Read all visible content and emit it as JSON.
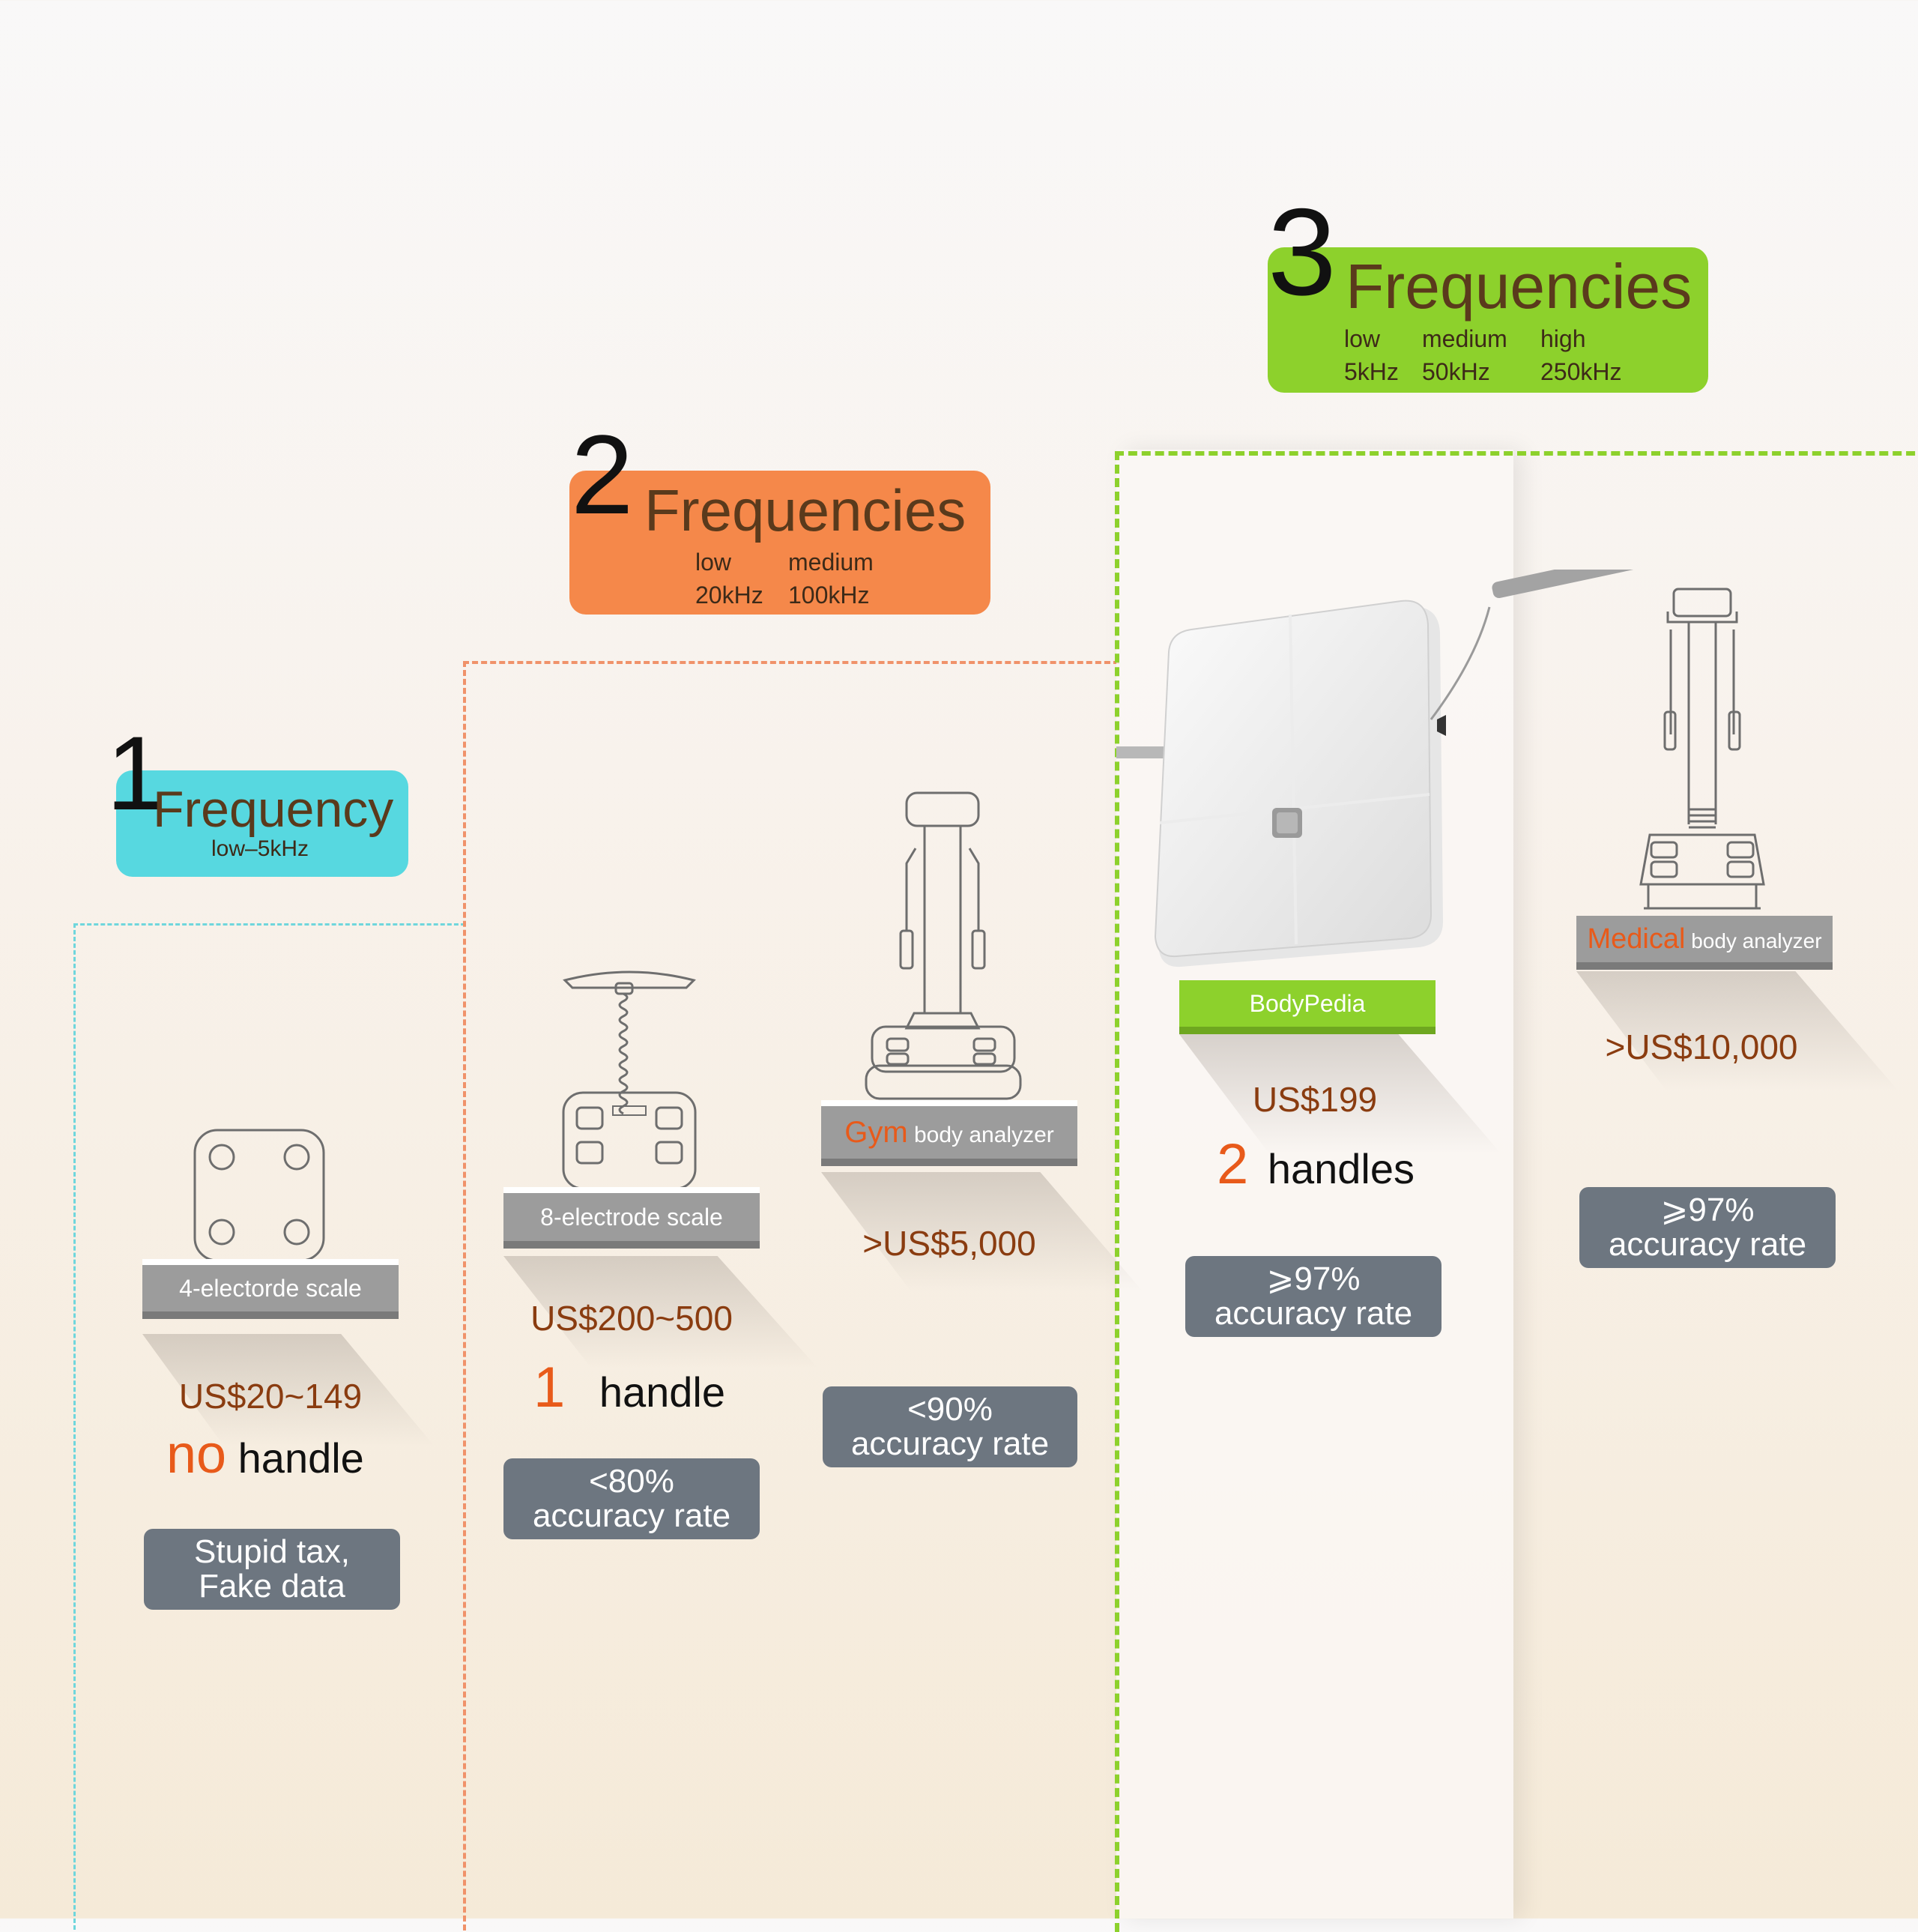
{
  "tier1": {
    "number": "1",
    "title": "Frequency",
    "freq": "low–5kHz",
    "color": "#57d8e0"
  },
  "tier2": {
    "number": "2",
    "title": "Frequencies",
    "low_label": "low",
    "medium_label": "medium",
    "low_value": "20kHz",
    "medium_value": "100kHz",
    "color": "#f5884a"
  },
  "tier3": {
    "number": "3",
    "title": "Frequencies",
    "low_label": "low",
    "medium_label": "medium",
    "high_label": "high",
    "low_value": "5kHz",
    "medium_value": "50kHz",
    "high_value": "250kHz",
    "color": "#8dd12c"
  },
  "products": {
    "p1": {
      "label": "4-electorde scale",
      "price": "US$20~149",
      "handle_num": "no",
      "handle_word": "handle",
      "note_line1": "Stupid tax,",
      "note_line2": "Fake data"
    },
    "p2": {
      "label": "8-electrode scale",
      "price": "US$200~500",
      "handle_num": "1",
      "handle_word": "handle",
      "acc_line1": "<80%",
      "acc_line2": "accuracy rate"
    },
    "p3": {
      "label_prefix": "Gym",
      "label_suffix": "body analyzer",
      "price": ">US$5,000",
      "acc_line1": "<90%",
      "acc_line2": "accuracy rate"
    },
    "p4": {
      "label": "BodyPedia",
      "price": "US$199",
      "handle_num": "2",
      "handle_word": "handles",
      "acc_line1": "⩾97%",
      "acc_line2": "accuracy rate"
    },
    "p5": {
      "label_prefix": "Medical",
      "label_suffix": "body analyzer",
      "price": ">US$10,000",
      "acc_line1": "⩾97%",
      "acc_line2": "accuracy rate"
    }
  }
}
